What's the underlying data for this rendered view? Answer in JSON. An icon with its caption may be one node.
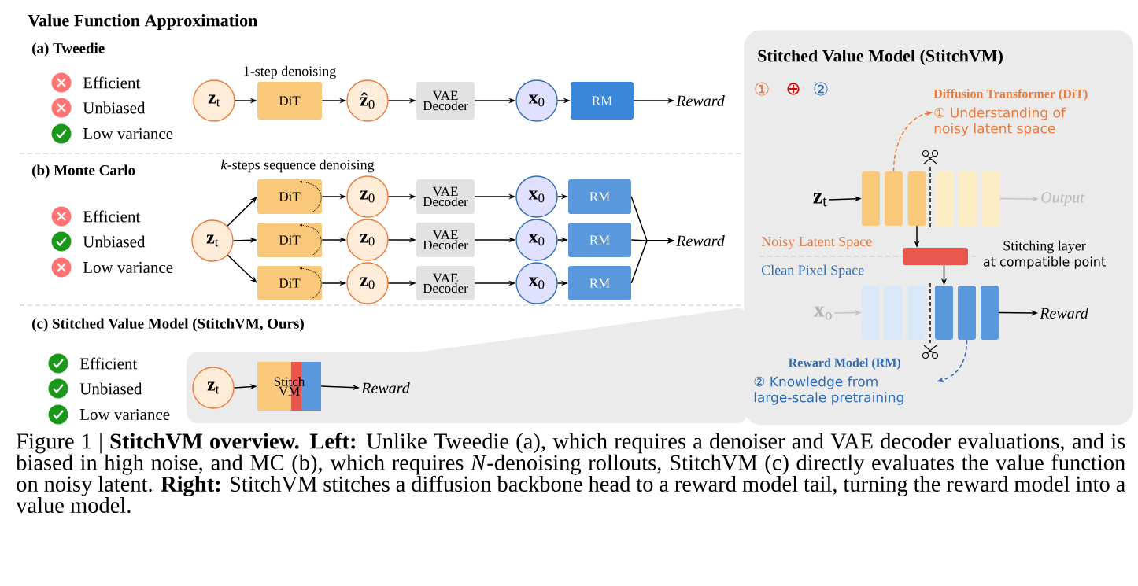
{
  "diagram": {
    "title": "Value Function Approximation",
    "caption": "Figure 1 | **StitchVM overview. Left:** Unlike Tweedie (a), which requires a denoiser and VAE decoder evaluations, and is biased in high noise, and MC (b), which requires *N*-denoising rollouts, StitchVM (c) directly evaluates the value function on noisy latent. **Right:** StitchVM stitches a diffusion backbone head to a reward model tail, turning the reward model into a value model.",
    "nodes": [
      {
        "text": [
          "**z**$_{t}$"
        ]
      },
      {
        "text": [
          "DiT"
        ],
        "beside": [
          "1-step denoising"
        ]
      },
      {
        "text": [
          "**ẑ**$_{0}$"
        ]
      },
      {
        "text": [
          "VAE Decoder"
        ]
      },
      {
        "text": [
          "**x**$_{0}$"
        ]
      },
      {
        "text": [
          "RM"
        ]
      },
      {
        "text": [
          "Reward"
        ]
      },
      {
        "text": [
          "**z**$_{t}$"
        ]
      },
      {
        "text": [
          "DiT"
        ],
        "beside": [
          "*k*-steps sequence denoising"
        ]
      },
      {
        "text": [
          "DiT"
        ]
      },
      {
        "text": [
          "DiT"
        ]
      },
      {
        "text": [
          "**z**$_{0}$"
        ]
      },
      {
        "text": [
          "**z**$_{0}$"
        ]
      },
      {
        "text": [
          "**z**$_{0}$"
        ]
      },
      {
        "text": [
          "VAE Decoder"
        ]
      },
      {
        "text": [
          "VAE Decoder"
        ]
      },
      {
        "text": [
          "VAE Decoder"
        ]
      },
      {
        "text": [
          "**x**$_{0}$"
        ]
      },
      {
        "text": [
          "**x**$_{0}$"
        ]
      },
      {
        "text": [
          "**x**$_{0}$"
        ]
      },
      {
        "text": [
          "RM"
        ]
      },
      {
        "text": [
          "RM"
        ]
      },
      {
        "text": [
          "RM"
        ]
      },
      {
        "text": [
          "Reward"
        ]
      },
      {
        "text": [
          "**z**$_{t}$"
        ]
      },
      {
        "text": [
          "Stitch VM"
        ]
      },
      {
        "text": [
          "Reward"
        ]
      },
      {
        "text": [
          "Stitched Value Model (StitchVM)"
        ]
      },
      {
        "text": [
          "**z**$_{t}$"
        ],
        "in": 27
      },
      {
        "text": [],
        "shape": "bar",
        "in": 27
      },
      {
        "text": [],
        "shape": "bar",
        "in": 27
      },
      {
        "text": [],
        "shape": "bar",
        "in": 27
      },
      {
        "text": [],
        "shape": "bar",
        "in": 27
      },
      {
        "text": [],
        "shape": "bar",
        "in": 27
      },
      {
        "text": [],
        "shape": "bar",
        "in": 27
      },
      {
        "text": [],
        "shape": "bar",
        "in": 27,
        "beside": [
          "Stitching layer",
          "at compatible point"
        ]
      },
      {
        "text": [],
        "shape": "bar",
        "in": 27
      },
      {
        "text": [],
        "shape": "bar",
        "in": 27
      },
      {
        "text": [],
        "shape": "bar",
        "in": 27
      },
      {
        "text": [],
        "shape": "bar",
        "in": 27
      },
      {
        "text": [],
        "shape": "bar",
        "in": 27
      },
      {
        "text": [],
        "shape": "bar",
        "in": 27
      },
      {
        "text": [
          "Output"
        ],
        "in": 27
      },
      {
        "text": [
          "**x**$_{o}$"
        ],
        "in": 27
      },
      {
        "text": [
          "Reward"
        ],
        "in": 27
      },
      {
        "text": [
          "Diffusion Transformer (DiT)",
          "① Understanding of noisy latent space"
        ],
        "in": 27
      },
      {
        "text": [
          "Reward Model (RM)",
          "② Knowledge from large-scale pretraining"
        ],
        "in": 27
      }
    ],
    "edges": [
      {
        "from": 0,
        "to": 1,
        "arrow": "to"
      },
      {
        "from": 1,
        "to": 2,
        "arrow": "to"
      },
      {
        "from": 2,
        "to": 3,
        "arrow": "to"
      },
      {
        "from": 3,
        "to": 4,
        "arrow": "to"
      },
      {
        "from": 4,
        "to": 5,
        "arrow": "to"
      },
      {
        "from": 5,
        "to": 6,
        "arrow": "to"
      },
      {
        "from": 7,
        "to": 8,
        "arrow": "to"
      },
      {
        "from": 7,
        "to": 9,
        "arrow": "to"
      },
      {
        "from": 7,
        "to": 10,
        "arrow": "to"
      },
      {
        "from": 8,
        "to": 11,
        "arrow": "to"
      },
      {
        "from": 9,
        "to": 12,
        "arrow": "to"
      },
      {
        "from": 10,
        "to": 13,
        "arrow": "to"
      },
      {
        "from": 11,
        "to": 14,
        "arrow": "to"
      },
      {
        "from": 12,
        "to": 15,
        "arrow": "to"
      },
      {
        "from": 13,
        "to": 16,
        "arrow": "to"
      },
      {
        "from": 14,
        "to": 17,
        "arrow": "to"
      },
      {
        "from": 15,
        "to": 18,
        "arrow": "to"
      },
      {
        "from": 16,
        "to": 19,
        "arrow": "to"
      },
      {
        "from": 17,
        "to": 20,
        "arrow": "to"
      },
      {
        "from": 18,
        "to": 21,
        "arrow": "to"
      },
      {
        "from": 19,
        "to": 22,
        "arrow": "to"
      },
      {
        "from": 20,
        "to": 23,
        "arrow": "to"
      },
      {
        "from": 21,
        "to": 23,
        "arrow": "to"
      },
      {
        "from": 22,
        "to": 23,
        "arrow": "to"
      },
      {
        "from": 24,
        "to": 25,
        "arrow": "to"
      },
      {
        "from": 25,
        "to": 26,
        "arrow": "to"
      },
      {
        "from": 28,
        "to": 29,
        "arrow": "to"
      },
      {
        "from": 34,
        "to": 42,
        "arrow": "to",
        "color": "#c4c4c4"
      },
      {
        "from": 31,
        "to": 35,
        "arrow": "to"
      },
      {
        "from": 35,
        "to": 39,
        "arrow": "to"
      },
      {
        "from": 43,
        "to": 36,
        "arrow": "to",
        "color": "#c4c4c4"
      },
      {
        "from": 41,
        "to": 44,
        "arrow": "to"
      },
      {
        "from": 30,
        "to": 45,
        "arrow": "to",
        "style": "dashed",
        "color": "#ea7a3c"
      },
      {
        "from": 40,
        "to": 46,
        "arrow": "to",
        "style": "dashed",
        "color": "#2f6bb3"
      }
    ],
    "labels": [
      "(a) Tweedie",
      "Efficient",
      "Unbiased",
      "Low variance",
      "(b) Monte Carlo",
      "Efficient",
      "Unbiased",
      "Low variance",
      "(c) Stitched Value Model (StitchVM, Ours)",
      "Efficient",
      "Unbiased",
      "Low variance",
      "①",
      "⊕",
      "②",
      "Noisy Latent Space",
      "Clean Pixel Space"
    ]
  }
}
